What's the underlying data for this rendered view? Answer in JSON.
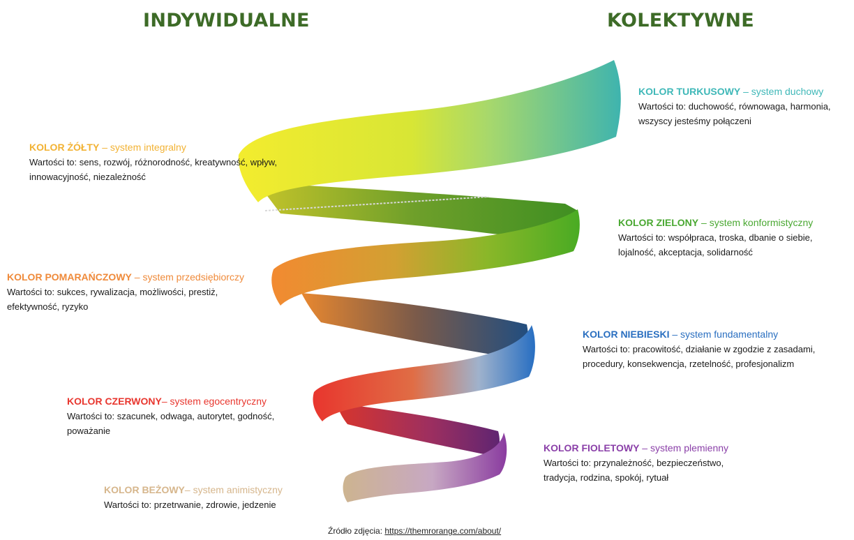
{
  "headers": {
    "left": "INDYWIDUALNE",
    "right": "KOLEKTYWNE"
  },
  "levels": {
    "turkusowy": {
      "title": "KOLOR TURKUSOWY",
      "system": " – system duchowy",
      "values": "Wartości to: duchowość, równowaga, harmonia, wszyscy jesteśmy połączeni",
      "color": "#3fb8b8"
    },
    "zolty": {
      "title": "KOLOR ŻÓŁTY",
      "system": " – system integralny",
      "values": "Wartości to: sens, rozwój, różnorodność, kreatywność, wpływ, innowacyjność, niezależność",
      "color": "#f2b233"
    },
    "zielony": {
      "title": "KOLOR ZIELONY",
      "system": " – system konformistyczny",
      "values": "Wartości to: współpraca, troska, dbanie o siebie, lojalność, akceptacja, solidarność",
      "color": "#4aa832"
    },
    "pomaranczowy": {
      "title": "KOLOR POMARAŃCZOWY",
      "system": " – system przedsiębiorczy",
      "values": "Wartości to: sukces, rywalizacja, możliwości, prestiż, efektywność, ryzyko",
      "color": "#ef8a3a"
    },
    "niebieski": {
      "title": "KOLOR NIEBIESKI",
      "system": "  – system fundamentalny",
      "values": "Wartości to: pracowitość, działanie w zgodzie z zasadami, procedury, konsekwencja, rzetelność, profesjonalizm",
      "color": "#2a6fc0"
    },
    "czerwony": {
      "title": "KOLOR CZERWONY",
      "system": "– system egocentryczny",
      "values": "Wartości to: szacunek, odwaga, autorytet, godność, poważanie",
      "color": "#e8362e"
    },
    "fioletowy": {
      "title": "KOLOR FIOLETOWY",
      "system": " – system plemienny",
      "values": "Wartości to: przynależność, bezpieczeństwo, tradycja, rodzina, spokój, rytuał",
      "color": "#8a3fa8"
    },
    "bezowy": {
      "title": "KOLOR BEŻOWY",
      "system": "– system animistyczny",
      "values": "Wartości to: przetrwanie, zdrowie, jedzenie",
      "color": "#d6b68c"
    }
  },
  "source": {
    "prefix": "Źródło zdjęcia: ",
    "url": "https://themrorange.com/about/"
  },
  "colors": {
    "header": "#3d6b27"
  }
}
